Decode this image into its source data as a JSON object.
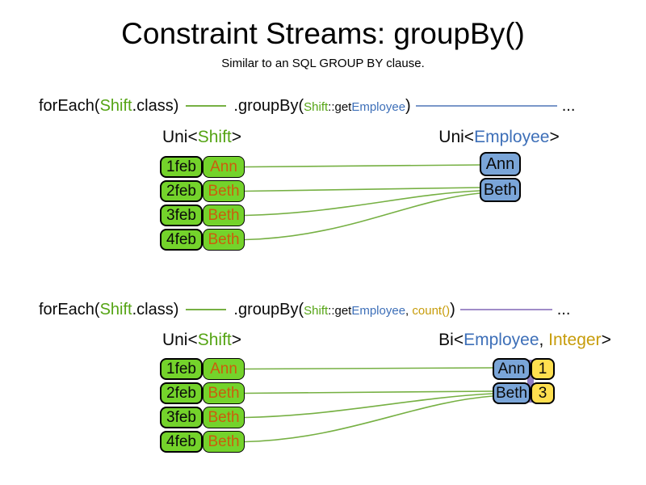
{
  "slide": {
    "title": "Constraint Streams: groupBy()",
    "subtitle": "Similar to an SQL GROUP BY clause."
  },
  "flow1": {
    "foreach_open": "forEach(",
    "foreach_class": "Shift",
    "foreach_close": ".class)",
    "groupby_open": ".groupBy(",
    "arg1_class": "Shift",
    "arg1_method": "::get",
    "arg1_type": "Employee",
    "groupby_close": ")",
    "ellipsis": "..."
  },
  "flow2": {
    "foreach_open": "forEach(",
    "foreach_class": "Shift",
    "foreach_close": ".class)",
    "groupby_open": ".groupBy(",
    "arg1_class": "Shift",
    "arg1_method": "::get",
    "arg1_type": "Employee",
    "arg_separator": ", ",
    "arg2_collector": "count()",
    "groupby_close": ")",
    "ellipsis": "..."
  },
  "section1": {
    "left_label": {
      "prefix": "Uni<",
      "type": "Shift",
      "suffix": ">"
    },
    "right_label": {
      "prefix": "Uni<",
      "type": "Employee",
      "suffix": ">"
    },
    "employees": [
      "Ann",
      "Beth"
    ]
  },
  "section2": {
    "left_label": {
      "prefix": "Uni<",
      "type": "Shift",
      "suffix": ">"
    },
    "right_label": {
      "prefix": "Bi<",
      "type1": "Employee",
      "separator": ", ",
      "type2": "Integer",
      "suffix": ">"
    },
    "pairs": [
      {
        "employee": "Ann",
        "count": "1"
      },
      {
        "employee": "Beth",
        "count": "3"
      }
    ]
  },
  "shifts": [
    {
      "date": "1feb",
      "employee": "Ann"
    },
    {
      "date": "2feb",
      "employee": "Beth"
    },
    {
      "date": "3feb",
      "employee": "Beth"
    },
    {
      "date": "4feb",
      "employee": "Beth"
    }
  ],
  "colors": {
    "shift_box_fill": "#74d32b",
    "employee_box_fill": "#7aa5d8",
    "count_box_fill": "#ffdf4f",
    "pair_joint": "#8e7cc3",
    "green_text": "#55a414",
    "blue_text": "#3d6fb8",
    "gold_text": "#c79c0a",
    "orange_text": "#cb5d0d",
    "green_line": "#76b043",
    "blue_line": "#7a97c9",
    "purple_line": "#a08cc8"
  }
}
